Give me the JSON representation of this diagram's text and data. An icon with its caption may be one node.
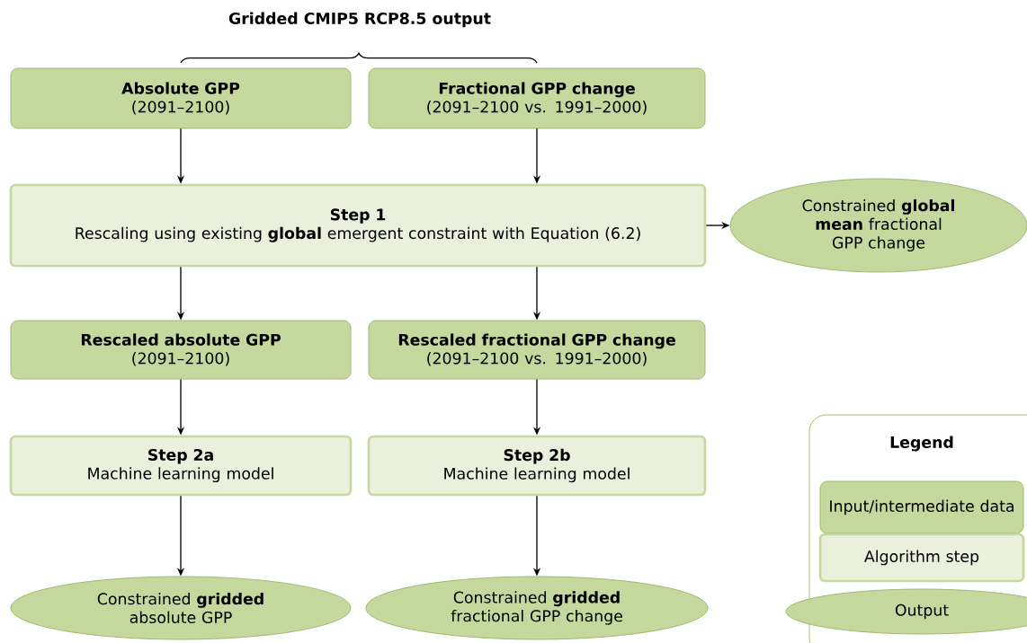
{
  "diagram": {
    "title": "Gridded CMIP5 RCP8.5 output",
    "nodes": [
      {
        "text": [
          "Absolute GPP",
          "(2091–2100)"
        ]
      },
      {
        "text": [
          "Fractional GPP change",
          "(2091–2100 vs. 1991–2000)"
        ]
      },
      {
        "text": [
          "Step 1",
          "Rescaling using existing **global** emergent constraint with Equation (6.2)"
        ]
      },
      {
        "text": [
          "Constrained **global mean** fractional GPP change"
        ]
      },
      {
        "text": [
          "Rescaled absolute GPP",
          "(2091–2100)"
        ]
      },
      {
        "text": [
          "Rescaled fractional GPP change",
          "(2091–2100 vs. 1991–2000)"
        ]
      },
      {
        "text": [
          "Step 2a",
          "Machine learning model"
        ]
      },
      {
        "text": [
          "Step 2b",
          "Machine learning model"
        ]
      },
      {
        "text": [
          "Constrained **gridded** absolute GPP"
        ]
      },
      {
        "text": [
          "Constrained **gridded** fractional GPP change"
        ]
      }
    ],
    "edges": [
      {
        "from": 0,
        "to": 2,
        "arrow": "to"
      },
      {
        "from": 1,
        "to": 2,
        "arrow": "to"
      },
      {
        "from": 2,
        "to": 3,
        "arrow": "to"
      },
      {
        "from": 2,
        "to": 4,
        "arrow": "to"
      },
      {
        "from": 2,
        "to": 5,
        "arrow": "to"
      },
      {
        "from": 4,
        "to": 6,
        "arrow": "to"
      },
      {
        "from": 5,
        "to": 7,
        "arrow": "to"
      },
      {
        "from": 6,
        "to": 8,
        "arrow": "to"
      },
      {
        "from": 7,
        "to": 9,
        "arrow": "to"
      }
    ],
    "labels": [
      "Legend"
    ],
    "legend": [
      {
        "text": "Input/intermediate data",
        "color": "#c5d89e"
      },
      {
        "text": "Algorithm step",
        "color": "#ebf0dd"
      },
      {
        "text": "Output",
        "color": "#c5d89e"
      }
    ]
  }
}
